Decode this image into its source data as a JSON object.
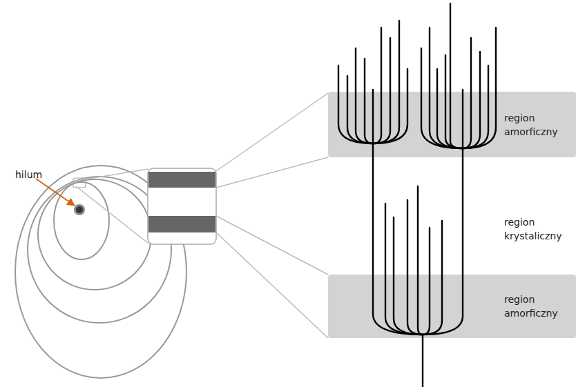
{
  "diagram": {
    "nodes": [
      {
        "text": [
          "region amorficzny"
        ]
      },
      {
        "text": [
          "region amorficzny"
        ]
      }
    ],
    "labels": [
      "hilum",
      "region krystaliczny"
    ]
  }
}
